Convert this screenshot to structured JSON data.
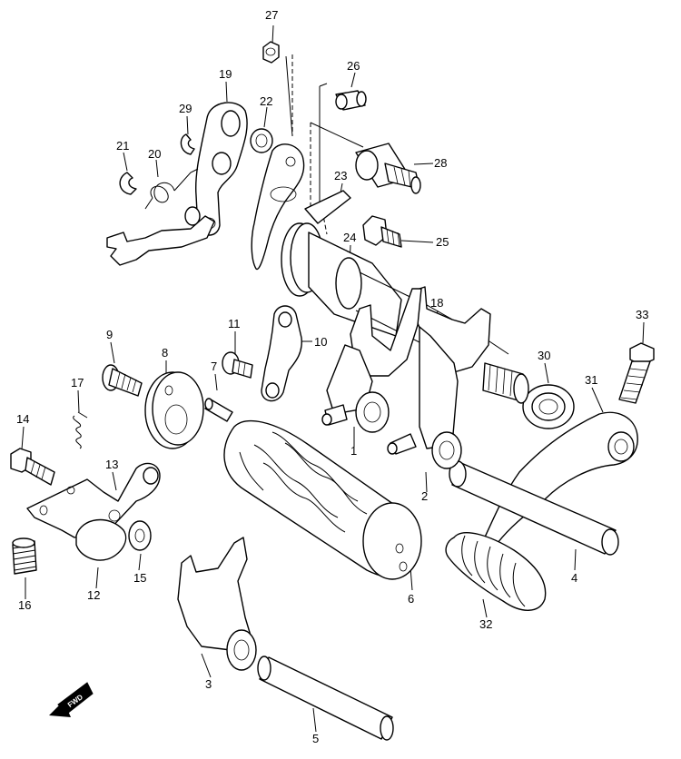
{
  "callouts": {
    "c1": "1",
    "c2": "2",
    "c3": "3",
    "c4": "4",
    "c5": "5",
    "c6": "6",
    "c7": "7",
    "c8": "8",
    "c9": "9",
    "c10": "10",
    "c11": "11",
    "c12": "12",
    "c13": "13",
    "c14": "14",
    "c15": "15",
    "c16": "16",
    "c17": "17",
    "c18": "18",
    "c19": "19",
    "c20": "20",
    "c21": "21",
    "c22": "22",
    "c23": "23",
    "c24": "24",
    "c25": "25",
    "c26": "26",
    "c27": "27",
    "c28": "28",
    "c29": "29",
    "c30": "30",
    "c31": "31",
    "c32": "32",
    "c33": "33"
  },
  "fwd_label": "FWD"
}
